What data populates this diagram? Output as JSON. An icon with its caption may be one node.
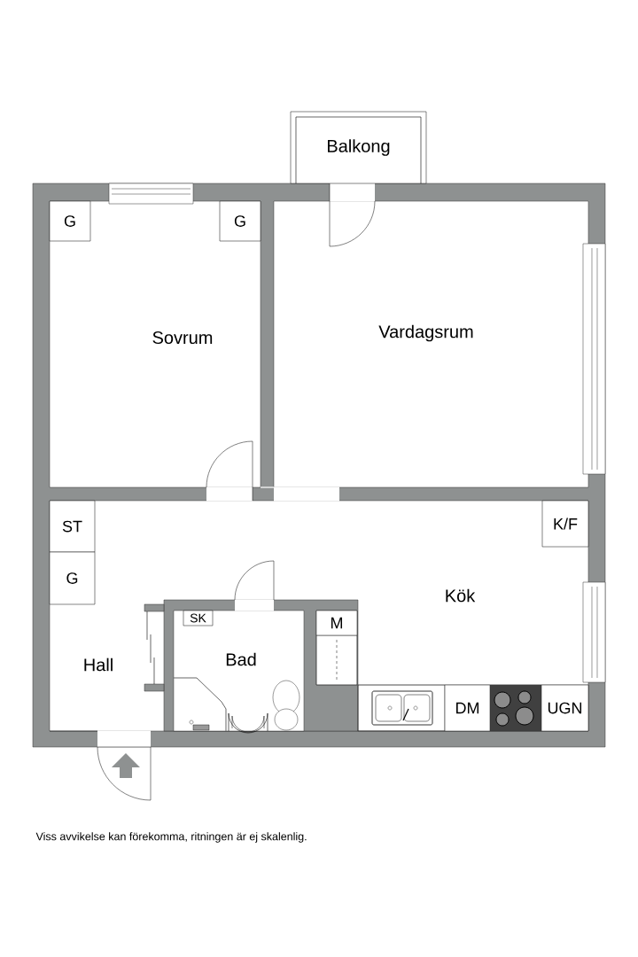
{
  "diagram": {
    "caption": "Viss avvikelse kan förekomma, ritningen är ej skalenlig.",
    "nodes": [
      {
        "text": [
          "Balkong"
        ]
      },
      {
        "text": [
          "G"
        ]
      },
      {
        "text": [
          "G"
        ]
      },
      {
        "text": [
          "ST"
        ]
      },
      {
        "text": [
          "G"
        ]
      },
      {
        "text": [
          "K/F"
        ]
      },
      {
        "text": [
          "SK"
        ]
      },
      {
        "text": [
          "M"
        ]
      },
      {
        "text": [
          "DM"
        ]
      },
      {
        "text": [
          "UGN"
        ]
      }
    ],
    "labels": [
      "Sovrum",
      "Vardagsrum",
      "Hall",
      "Bad",
      "Kök"
    ]
  }
}
